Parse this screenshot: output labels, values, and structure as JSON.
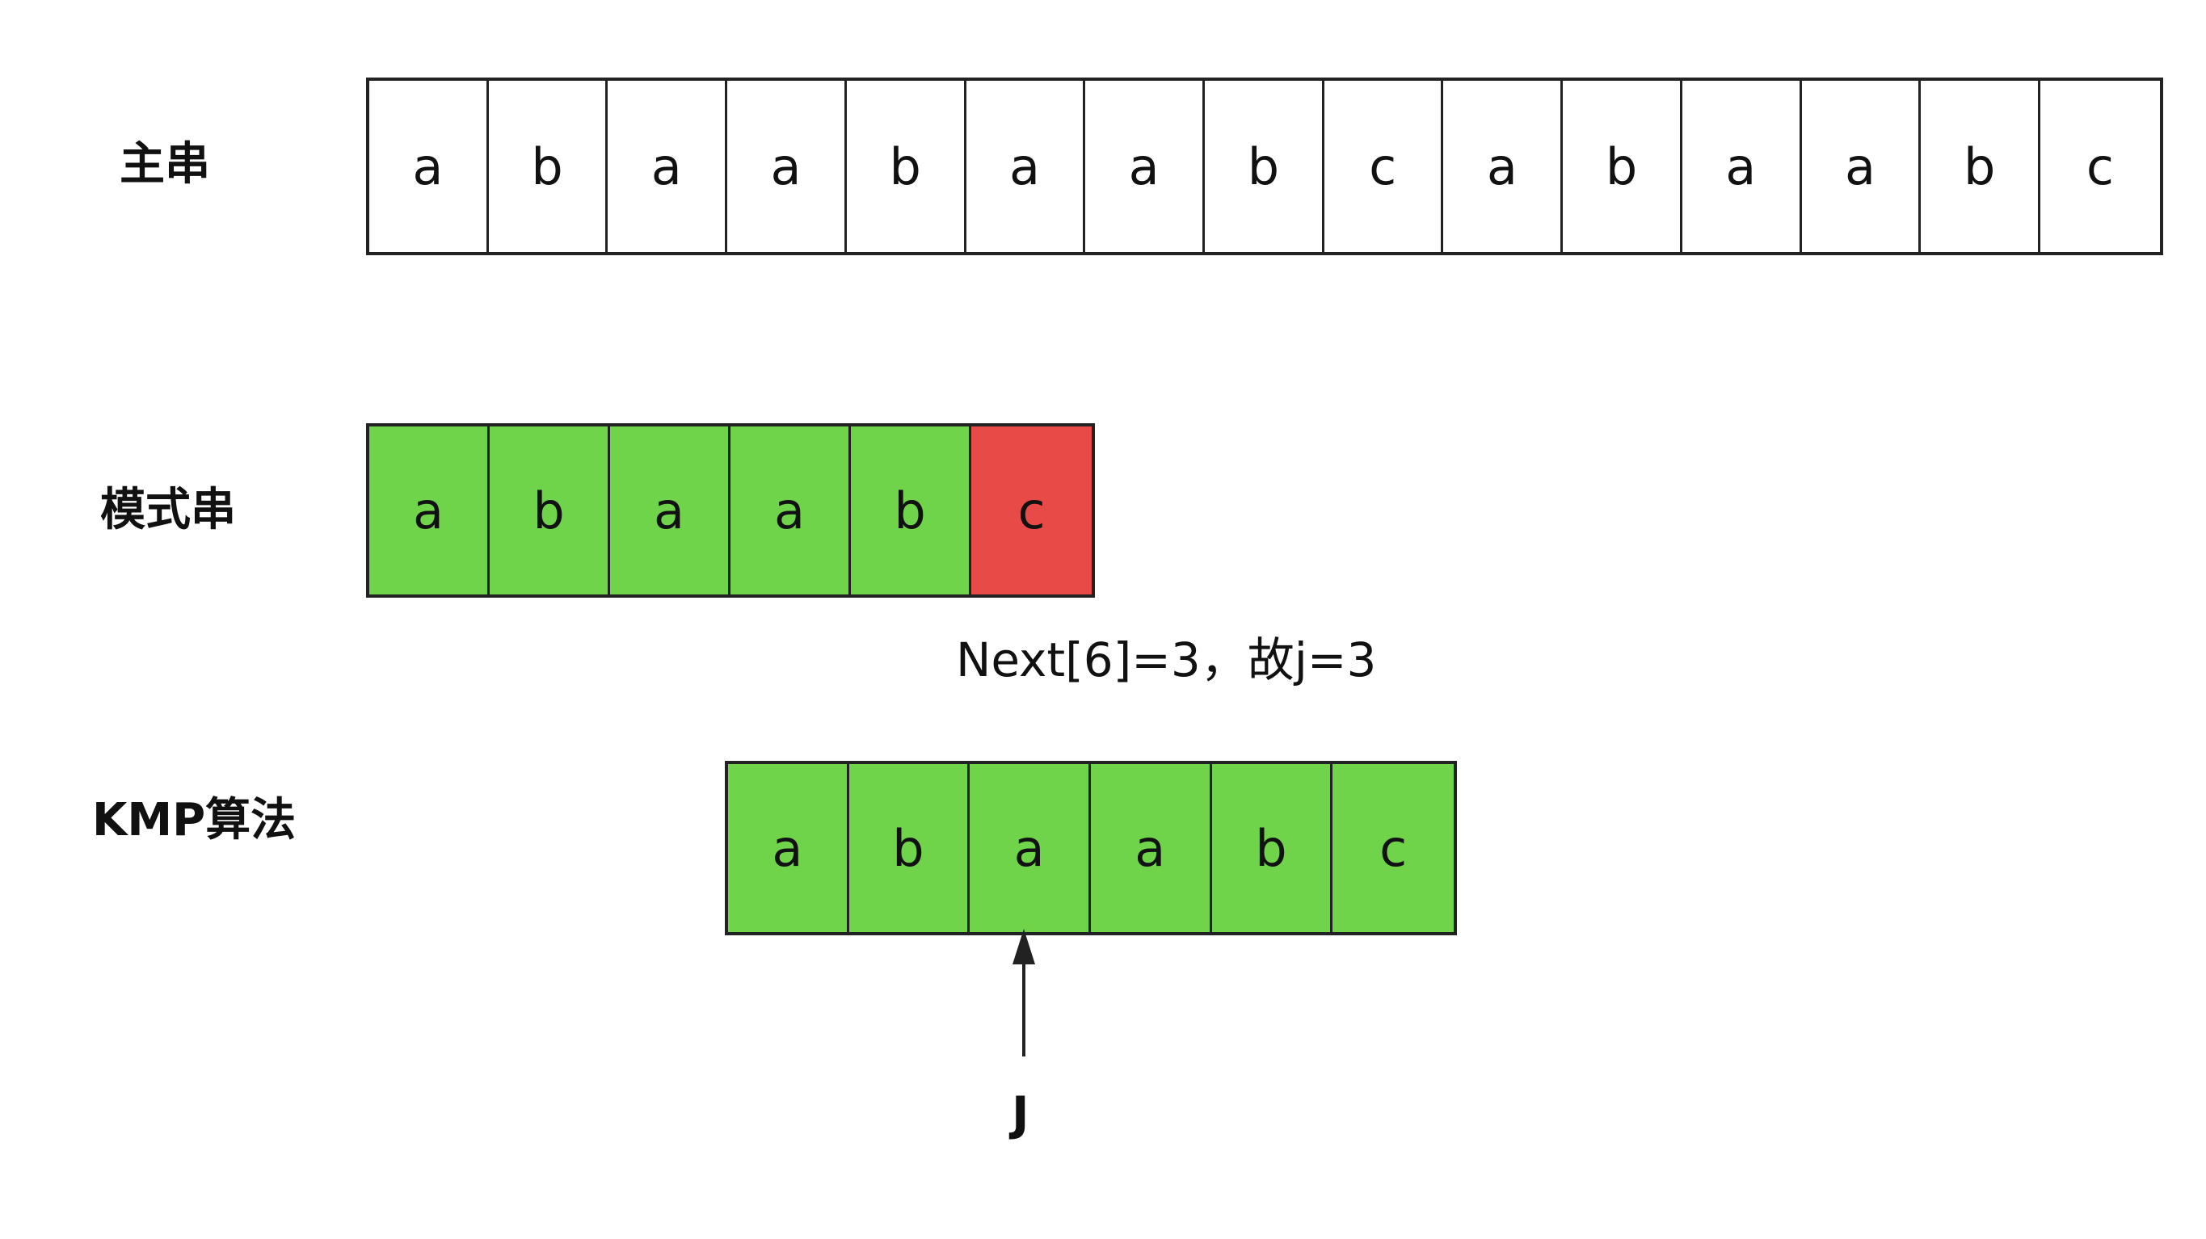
{
  "rows": {
    "main": {
      "label": "主串",
      "chars": [
        "a",
        "b",
        "a",
        "a",
        "b",
        "a",
        "a",
        "b",
        "c",
        "a",
        "b",
        "a",
        "a",
        "b",
        "c"
      ]
    },
    "pattern": {
      "label": "模式串",
      "chars": [
        "a",
        "b",
        "a",
        "a",
        "b",
        "c"
      ],
      "states": [
        "match",
        "match",
        "match",
        "match",
        "match",
        "mismatch"
      ]
    },
    "kmp": {
      "label": "KMP算法",
      "chars": [
        "a",
        "b",
        "a",
        "a",
        "b",
        "c"
      ],
      "states": [
        "match",
        "match",
        "match",
        "match",
        "match",
        "match"
      ]
    }
  },
  "caption": "Next[6]=3，故j=3",
  "pointer": {
    "label": "J",
    "target_index": 2
  },
  "colors": {
    "match": "#6fd44a",
    "mismatch": "#e84b47",
    "border": "#222222"
  }
}
